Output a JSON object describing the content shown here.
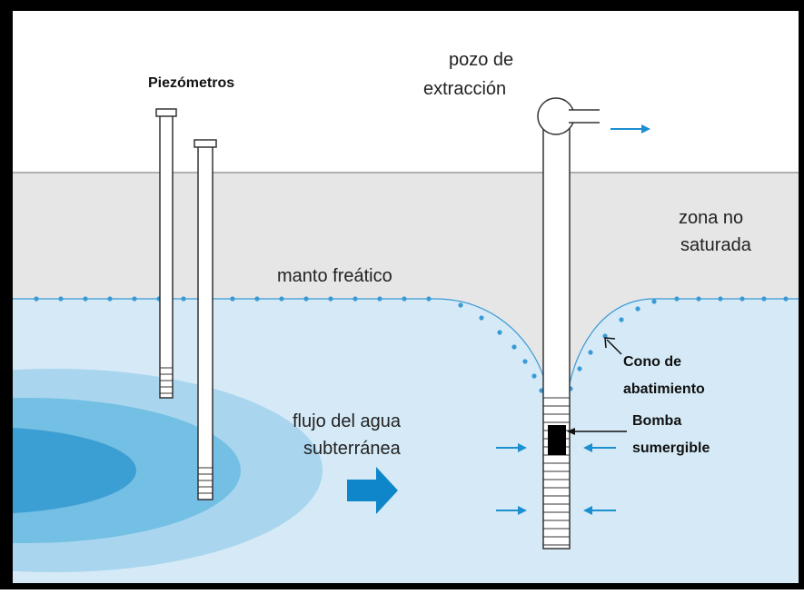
{
  "labels": {
    "piezometers": "Piezómetros",
    "well_line1": "pozo de",
    "well_line2": "extracción",
    "unsaturated_line1": "zona no",
    "unsaturated_line2": "saturada",
    "water_table": "manto freático",
    "cone_line1": "Cono de",
    "cone_line2": "abatimiento",
    "flow_line1": "flujo del agua",
    "flow_line2": "subterránea",
    "pump_line1": "Bomba",
    "pump_line2": "sumergible"
  },
  "colors": {
    "sky": "#ffffff",
    "unsaturated_zone": "#e6e6e6",
    "saturated_zone": "#d5eaf6",
    "plume_outer": "#a9d6ee",
    "plume_middle": "#74bfe4",
    "plume_inner": "#3c9fd3",
    "water_table_dots": "#3a9ad6",
    "arrow": "#1b8fd0",
    "flow_arrow": "#0e86c9",
    "frame": "#000000",
    "pump": "#000000"
  }
}
